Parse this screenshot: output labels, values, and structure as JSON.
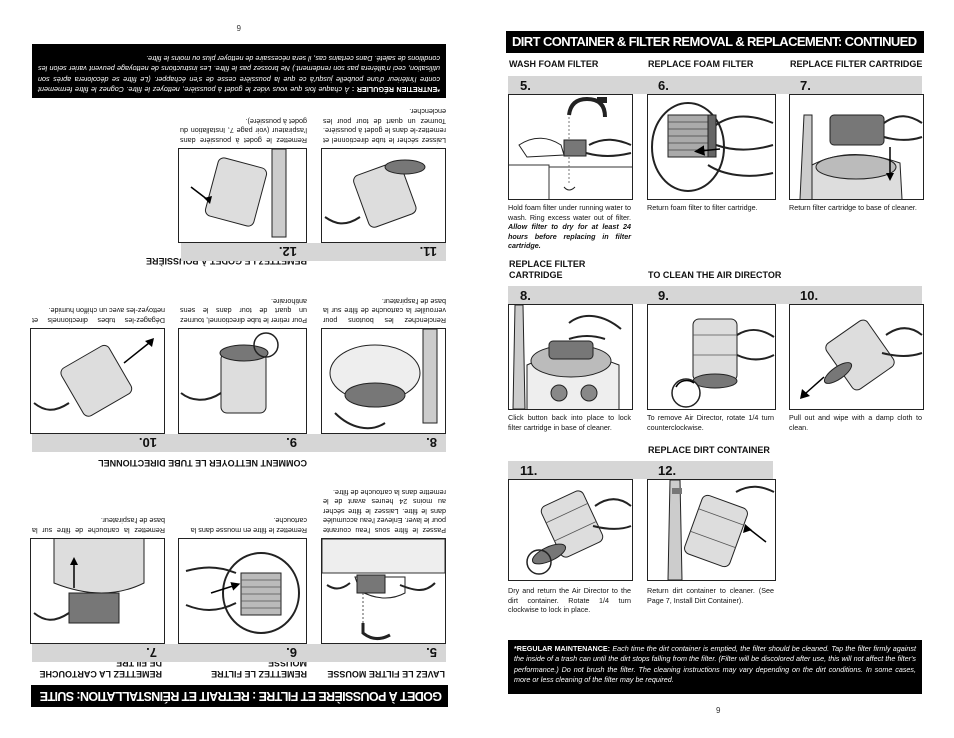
{
  "left_page": {
    "page_number": "6",
    "title": "GODET À POUSSIÈRE ET FILTRE : RETRAIT ET RÉINSTALLATION: SUITE",
    "headers": {
      "wash": "LAVEZ LE FILTRE MOUSSE",
      "replace_foam": "REMETTEZ LE FILTRE MOUSSE",
      "replace_cart": "REMETTEZ LA CARTOUCHE DE FILTRE",
      "clean_director": "COMMENT NETTOYER LE TUBE DIRECTIONNEL",
      "replace_container": "REMETTEZ LE GODET À POUSSIÈRE"
    },
    "steps": [
      {
        "num": "5.",
        "caption": "Passez le filtre sous l'eau courante pour le laver. Enlevez l'eau accumulée dans le filtre. Laissez le filtre sécher au moins 24 heures avant de le remettre dans la cartouche de filtre."
      },
      {
        "num": "6.",
        "caption": "Remettez le filtre en mousse dans la cartouche."
      },
      {
        "num": "7.",
        "caption": "Remettez la cartouche de filtre sur la base de l'aspirateur."
      },
      {
        "num": "8.",
        "caption": "Renclenchez les boutons pour verrouiller la cartouche de filtre sur la base de l'aspirateur."
      },
      {
        "num": "9.",
        "caption": "Pour retirer le tube directionnel, tournez un quart de tour dans le sens antihoraire."
      },
      {
        "num": "10.",
        "caption": "Dégagez-les tubes directionnels et nettoyez-les avec un chiffon humide."
      },
      {
        "num": "11.",
        "caption": "Laissez sécher le tube directionnel et remettez-le dans le godet à poussière. Tournez un quart de tour pour les enclencher."
      },
      {
        "num": "12.",
        "caption": "Remettez le godet à poussière dans l'aspirateur (voir page 7, Installation du godet à poussière)."
      }
    ],
    "maintenance_label": "*ENTRETIEN RÉGULIER :",
    "maintenance_text": "À chaque fois que vous videz le godet à poussière, nettoyez le filtre. Cognez le filtre fermement contre l'intérieur d'une poubelle jusqu'à ce que la poussière cesse de s'en échapper. (Le filtre se décolorera après son utilisation, ceci n'altérera pas son rendement.) Ne brossez pas le filtre. Les instructions de nettoyage peuvent varier selon les conditions de saleté. Dans certains cas, il sera nécessaire de nettoyer plus ou moins le filtre."
  },
  "right_page": {
    "page_number": "9",
    "title": "DIRT CONTAINER & FILTER REMOVAL & REPLACEMENT: CONTINUED",
    "headers": {
      "wash": "WASH FOAM FILTER",
      "replace_foam": "REPLACE FOAM FILTER",
      "replace_cart": "REPLACE FILTER CARTRIDGE",
      "replace_cart2_line1": "REPLACE FILTER",
      "replace_cart2_line2": "CARTRIDGE",
      "clean_director": "TO CLEAN THE AIR DIRECTOR",
      "replace_container": "REPLACE DIRT CONTAINER"
    },
    "steps": [
      {
        "num": "5.",
        "caption": "Hold foam filter under running water to wash. Ring excess water out of filter.",
        "emphasis": "Allow filter to dry for at least 24 hours before replacing in filter cartridge."
      },
      {
        "num": "6.",
        "caption": "Return foam filter to filter cartridge."
      },
      {
        "num": "7.",
        "caption": "Return filter cartridge to base of cleaner."
      },
      {
        "num": "8.",
        "caption": "Click button back into place to lock filter cartridge in base of cleaner."
      },
      {
        "num": "9.",
        "caption": "To remove Air Director, rotate 1/4 turn counterclockwise."
      },
      {
        "num": "10.",
        "caption": "Pull out and wipe with a damp cloth to clean."
      },
      {
        "num": "11.",
        "caption": "Dry and return the Air Director to the dirt container. Rotate 1/4 turn clockwise to lock in place."
      },
      {
        "num": "12.",
        "caption": "Return dirt container to cleaner. (See Page 7, Install Dirt Container)."
      }
    ],
    "maintenance_label": "*REGULAR MAINTENANCE:",
    "maintenance_text": "Each time the dirt container is emptied, the filter should be cleaned. Tap the filter firmly against the inside of a trash can until the dirt stops falling from the filter. (Filter will be discolored after use, this will not affect the filter's performance.) Do not brush the filter. The cleaning instructions may vary depending on the dirt conditions. In some cases, more or less cleaning of the filter may be required."
  }
}
